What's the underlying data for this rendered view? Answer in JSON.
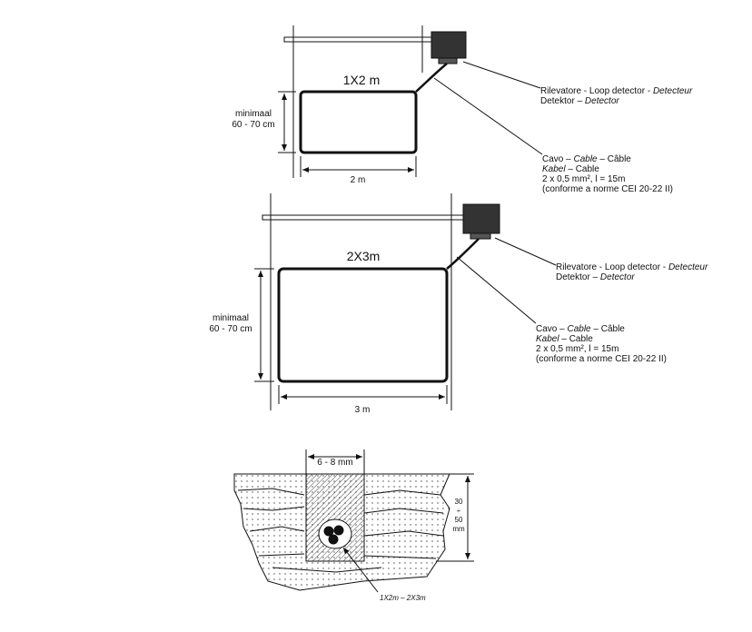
{
  "diagram1": {
    "loop_label": "1X2 m",
    "min_label": "minimaal",
    "min_value": "60 - 70 cm",
    "width_label": "2 m"
  },
  "diagram2": {
    "loop_label": "2X3m",
    "min_label": "minimaal",
    "min_value": "60 - 70 cm",
    "width_label": "3 m"
  },
  "detector": {
    "line1_a": "Rilevatore - Loop detector - ",
    "line1_b": "Detecteur",
    "line2_a": "Detektor – ",
    "line2_b": "Detector"
  },
  "cable": {
    "line1_a": "Cavo – ",
    "line1_b": "Cable",
    "line1_c": " – Câble",
    "line2_a": "Kabel",
    "line2_b": " – Cable",
    "line3": "2 x 0,5 mm², l = 15m",
    "line4": "(conforme a norme CEI 20-22 II)"
  },
  "section": {
    "slot_width": "6 - 8 mm",
    "depth_1": "30",
    "depth_2": "÷",
    "depth_3": "50",
    "depth_4": "mm",
    "cable_label": "1X2m  –  2X3m"
  }
}
